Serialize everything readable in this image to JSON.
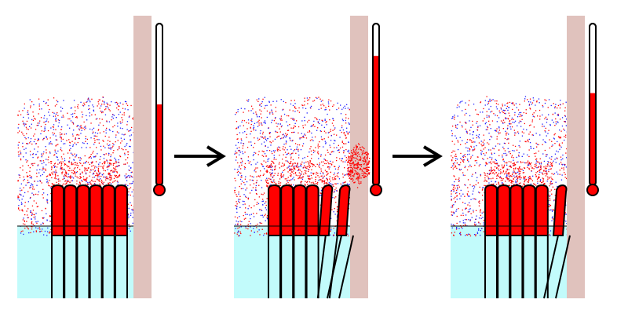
{
  "colors": {
    "background": "#ffffff",
    "water": "#c2fbfb",
    "membrane": "#e0c2bd",
    "tube_fill": "#ff0000",
    "outline": "#000000",
    "particle_red": "#ff0000",
    "particle_blue": "#2020ff",
    "arrow": "#000000"
  },
  "icons": {
    "arrow": "right-arrow-icon",
    "thermometer": "thermometer-icon"
  },
  "panels": [
    {
      "name": "panel-1-resting",
      "thermometer_level": 0.5,
      "leaning_tubes": 0,
      "dispersed_particles": false
    },
    {
      "name": "panel-2-bending",
      "thermometer_level": 0.8,
      "leaning_tubes": 2,
      "dispersed_particles": true
    },
    {
      "name": "panel-3-recovering",
      "thermometer_level": 0.57,
      "leaning_tubes": 1,
      "dispersed_particles": false
    }
  ]
}
